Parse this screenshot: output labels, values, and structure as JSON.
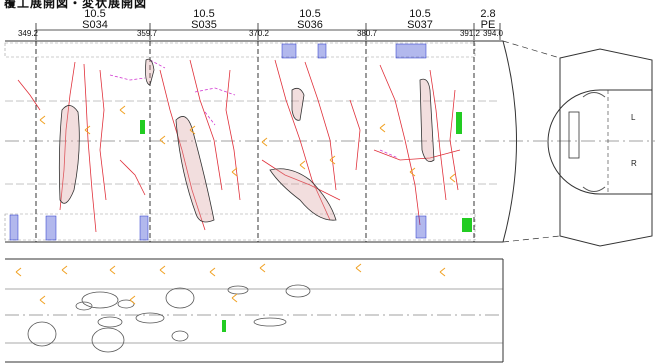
{
  "header": {
    "title": "覆工展開図・変状展開図"
  },
  "spans": [
    {
      "id": "S034",
      "length": "10.5",
      "start_chainage": "349.2",
      "end_chainage": "359.7"
    },
    {
      "id": "S035",
      "length": "10.5",
      "start_chainage": "359.7",
      "end_chainage": "370.2"
    },
    {
      "id": "S036",
      "length": "10.5",
      "start_chainage": "370.2",
      "end_chainage": "380.7"
    },
    {
      "id": "S037",
      "length": "10.5",
      "start_chainage": "380.7",
      "end_chainage": "391.2"
    },
    {
      "id": "PE",
      "length": "2.8",
      "start_chainage": "391.2",
      "end_chainage": "394.0"
    }
  ],
  "chainages": [
    "349.2",
    "359.7",
    "370.2",
    "380.7",
    "391.2",
    "394.0"
  ],
  "section_view": {
    "side_labels": [
      "L",
      "R"
    ]
  },
  "colors": {
    "crack": "#e0303a",
    "leakage": "#2233cc",
    "efflorescence": "#d23ad2",
    "repair": "#22cc22",
    "marker": "#f0a020",
    "lining": "#333333",
    "scaling": "#8a8a8a"
  }
}
